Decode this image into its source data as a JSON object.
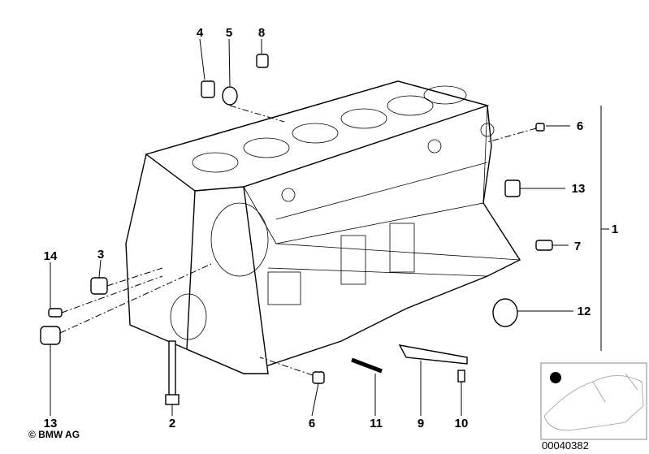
{
  "callouts": {
    "c4": "4",
    "c5": "5",
    "c8": "8",
    "c6a": "6",
    "c13a": "13",
    "c1": "1",
    "c7": "7",
    "c12": "12",
    "c14": "14",
    "c3": "3",
    "c13b": "13",
    "c2": "2",
    "c6b": "6",
    "c11": "11",
    "c9": "9",
    "c10": "10"
  },
  "copyright": "© BMW AG",
  "image_id": "00040382"
}
